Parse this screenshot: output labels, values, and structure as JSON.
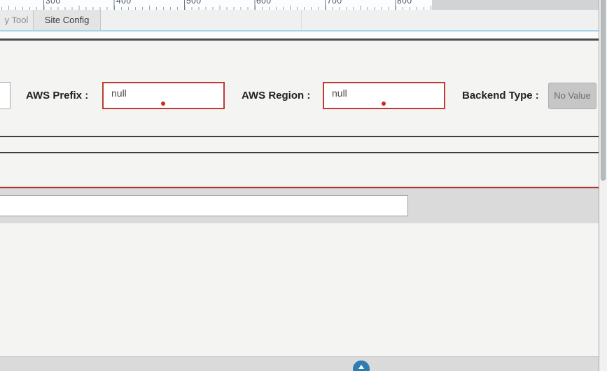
{
  "ruler": {
    "labels": [
      "300",
      "400",
      "500",
      "600",
      "700",
      "800"
    ]
  },
  "tabs": [
    {
      "label": "y Tool"
    },
    {
      "label": "Site Config"
    }
  ],
  "form": {
    "aws_prefix": {
      "label": "AWS Prefix :",
      "value": "null"
    },
    "aws_region": {
      "label": "AWS Region :",
      "value": "null"
    },
    "backend_type": {
      "label": "Backend Type :",
      "value": "No Value"
    },
    "left_partial_input_value": ""
  },
  "band_input": {
    "value": ""
  },
  "colors": {
    "error_border": "#c03a30",
    "error_dot": "#cb2a21",
    "red_divider": "#b23530",
    "tab_underline": "#a7d4e9",
    "dark_divider": "#3f3f3f",
    "fab_blue": "#2d7cb3",
    "disabled_box": "#c6c6c6",
    "band_gray": "#d9dad9"
  }
}
